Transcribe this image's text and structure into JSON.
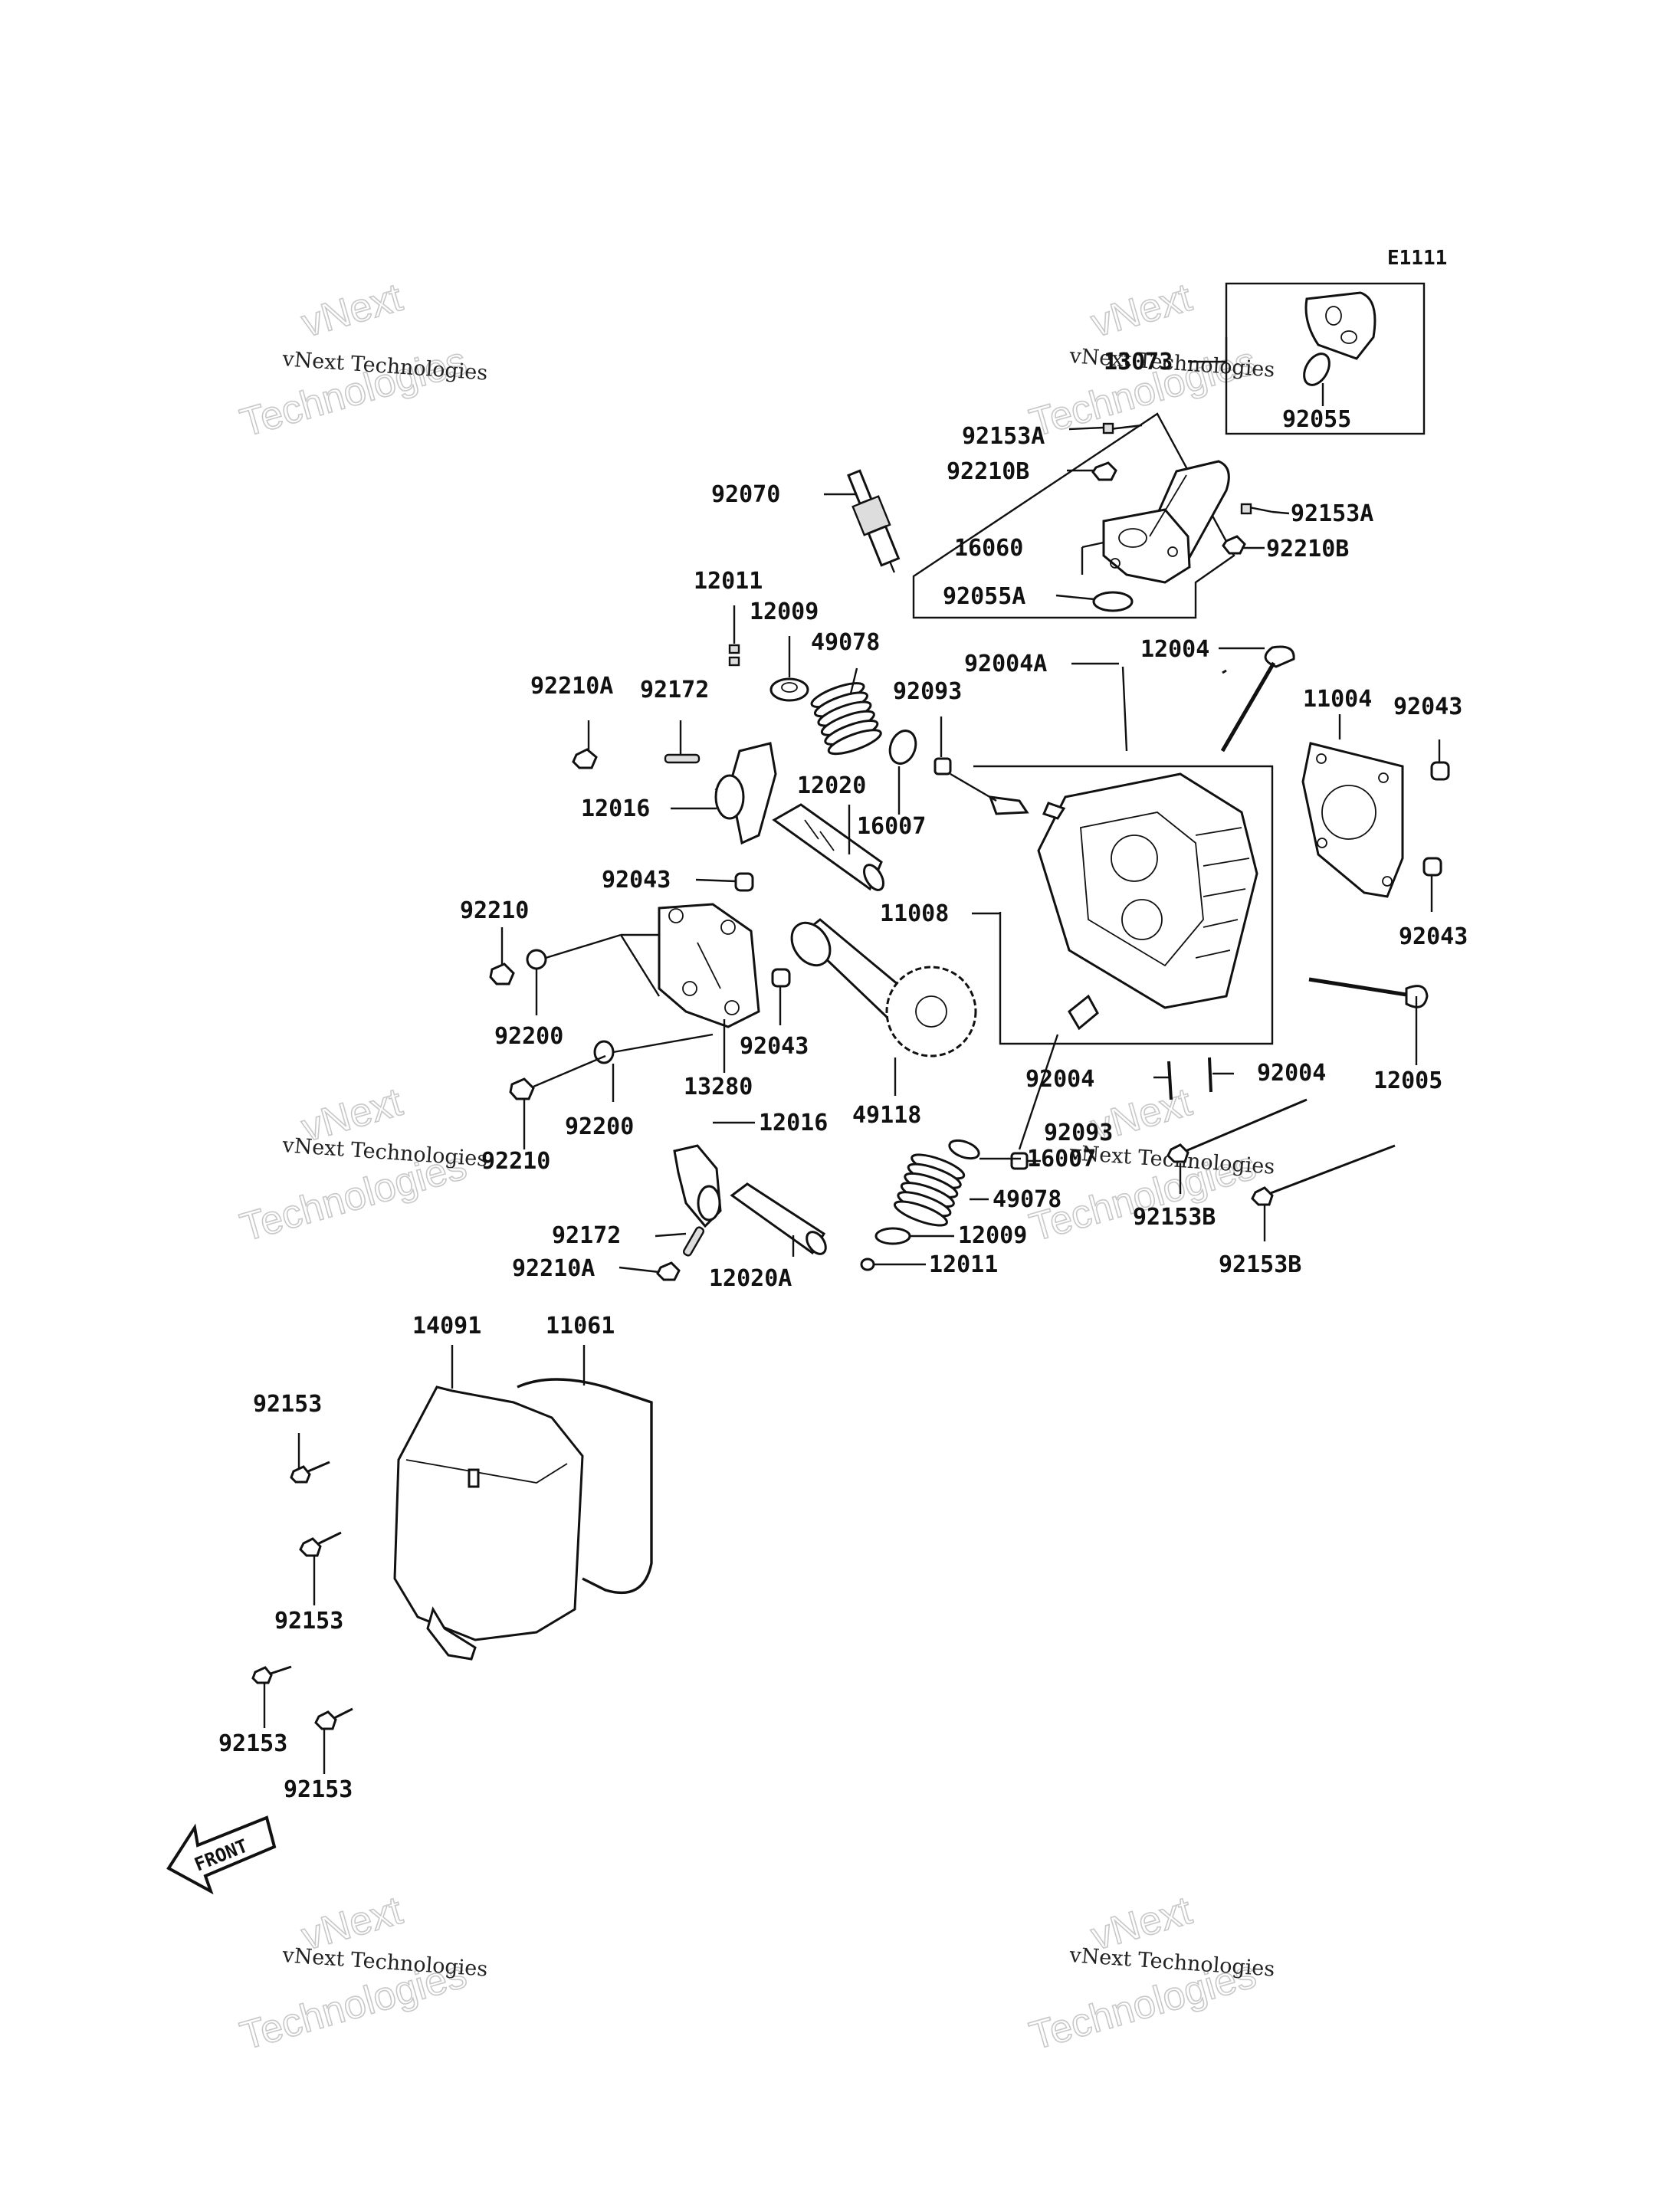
{
  "diagram_code": "E1111",
  "front_label": "FRONT",
  "watermark": {
    "line1": "vNext",
    "line2": "vNext Technologies",
    "line3": "Technologies"
  },
  "parts": [
    {
      "id": "p-13073",
      "label": "13073"
    },
    {
      "id": "p-92055",
      "label": "92055"
    },
    {
      "id": "p-92153A-1",
      "label": "92153A"
    },
    {
      "id": "p-92210B-1",
      "label": "92210B"
    },
    {
      "id": "p-92153A-2",
      "label": "92153A"
    },
    {
      "id": "p-92210B-2",
      "label": "92210B"
    },
    {
      "id": "p-16060",
      "label": "16060"
    },
    {
      "id": "p-92055A",
      "label": "92055A"
    },
    {
      "id": "p-92070",
      "label": "92070"
    },
    {
      "id": "p-12011-1",
      "label": "12011"
    },
    {
      "id": "p-12009-1",
      "label": "12009"
    },
    {
      "id": "p-49078-1",
      "label": "49078"
    },
    {
      "id": "p-92093-1",
      "label": "92093"
    },
    {
      "id": "p-92004A",
      "label": "92004A"
    },
    {
      "id": "p-12004",
      "label": "12004"
    },
    {
      "id": "p-11004",
      "label": "11004"
    },
    {
      "id": "p-92043-1",
      "label": "92043"
    },
    {
      "id": "p-92210A-1",
      "label": "92210A"
    },
    {
      "id": "p-92172-1",
      "label": "92172"
    },
    {
      "id": "p-12016-1",
      "label": "12016"
    },
    {
      "id": "p-12020",
      "label": "12020"
    },
    {
      "id": "p-16007-1",
      "label": "16007"
    },
    {
      "id": "p-92043-2",
      "label": "92043"
    },
    {
      "id": "p-11008",
      "label": "11008"
    },
    {
      "id": "p-92043-3",
      "label": "92043"
    },
    {
      "id": "p-92210-1",
      "label": "92210"
    },
    {
      "id": "p-92200-1",
      "label": "92200"
    },
    {
      "id": "p-92043-4",
      "label": "92043"
    },
    {
      "id": "p-13280",
      "label": "13280"
    },
    {
      "id": "p-49118",
      "label": "49118"
    },
    {
      "id": "p-92004-1",
      "label": "92004"
    },
    {
      "id": "p-92004-2",
      "label": "92004"
    },
    {
      "id": "p-12005",
      "label": "12005"
    },
    {
      "id": "p-92200-2",
      "label": "92200"
    },
    {
      "id": "p-92210-2",
      "label": "92210"
    },
    {
      "id": "p-12016-2",
      "label": "12016"
    },
    {
      "id": "p-92093-2",
      "label": "92093"
    },
    {
      "id": "p-16007-2",
      "label": "16007"
    },
    {
      "id": "p-49078-2",
      "label": "49078"
    },
    {
      "id": "p-92153B-1",
      "label": "92153B"
    },
    {
      "id": "p-92153B-2",
      "label": "92153B"
    },
    {
      "id": "p-92172-2",
      "label": "92172"
    },
    {
      "id": "p-12009-2",
      "label": "12009"
    },
    {
      "id": "p-92210A-2",
      "label": "92210A"
    },
    {
      "id": "p-12020A",
      "label": "12020A"
    },
    {
      "id": "p-12011-2",
      "label": "12011"
    },
    {
      "id": "p-14091",
      "label": "14091"
    },
    {
      "id": "p-11061",
      "label": "11061"
    },
    {
      "id": "p-92153-1",
      "label": "92153"
    },
    {
      "id": "p-92153-2",
      "label": "92153"
    },
    {
      "id": "p-92153-3",
      "label": "92153"
    },
    {
      "id": "p-92153-4",
      "label": "92153"
    }
  ]
}
